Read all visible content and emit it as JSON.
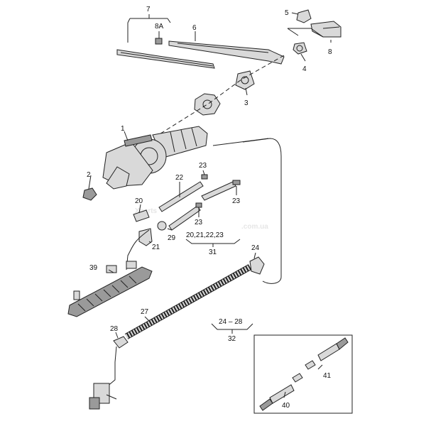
{
  "watermark": {
    "brand": "Xparts",
    "domain": ".com.ua"
  },
  "callouts": {
    "c1": "1",
    "c2": "2",
    "c3": "3",
    "c4": "4",
    "c5": "5",
    "c6": "6",
    "c7": "7",
    "c8": "8",
    "c8a": "8A",
    "c20": "20",
    "c21": "21",
    "c22": "22",
    "c23a": "23",
    "c23b": "23",
    "c23c": "23",
    "c24": "24",
    "c27": "27",
    "c28": "28",
    "c29": "29",
    "c39": "39",
    "c40": "40",
    "c41": "41",
    "group31_items": "20,21,22,23",
    "group31": "31",
    "group32_items": "24 – 28",
    "group32": "32"
  }
}
